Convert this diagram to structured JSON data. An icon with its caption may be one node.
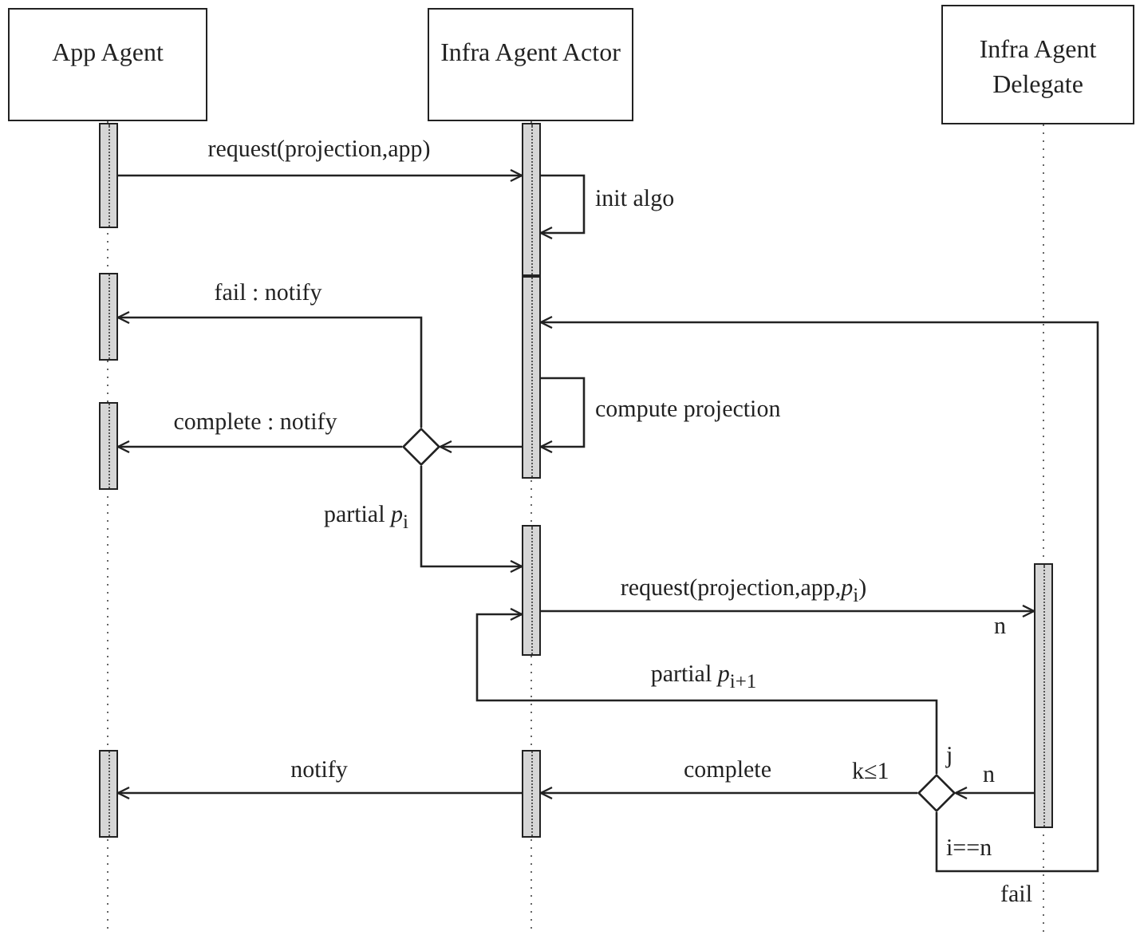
{
  "diagram": {
    "nodes": [
      {
        "text": [
          "App Agent"
        ]
      },
      {
        "text": [
          "Infra Agent Actor"
        ]
      },
      {
        "text": [
          "Infra Agent Delegate"
        ]
      },
      {
        "text": [],
        "shape": "bar"
      },
      {
        "text": [],
        "shape": "bar"
      },
      {
        "text": [],
        "shape": "bar"
      },
      {
        "text": [],
        "shape": "bar"
      },
      {
        "text": [],
        "shape": "bar"
      },
      {
        "text": [],
        "shape": "diamond"
      },
      {
        "text": [],
        "shape": "bar"
      },
      {
        "text": [],
        "shape": "bar"
      },
      {
        "text": [],
        "shape": "diamond"
      },
      {
        "text": [],
        "shape": "bar"
      },
      {
        "text": [],
        "shape": "bar"
      }
    ],
    "edges": [
      {
        "from": 3,
        "to": 4,
        "arrow": "to",
        "label": "request(projection,app)"
      },
      {
        "from": 4,
        "to": 4,
        "arrow": "to",
        "label": "init algo"
      },
      {
        "from": 8,
        "to": 5,
        "arrow": "to",
        "label": "fail : notify"
      },
      {
        "from": 6,
        "to": 6,
        "arrow": "to",
        "label": "compute projection"
      },
      {
        "from": 6,
        "to": 8,
        "arrow": "to"
      },
      {
        "from": 8,
        "to": 7,
        "arrow": "to",
        "label": "complete : notify"
      },
      {
        "from": 8,
        "to": 9,
        "arrow": "to",
        "label": "partial *p*$_{i}$"
      },
      {
        "from": 9,
        "to": 10,
        "arrow": "to",
        "label": "request(projection,app,*p*$_{i}$)"
      },
      {
        "from": 10,
        "to": 11,
        "arrow": "to",
        "label": "n"
      },
      {
        "from": 11,
        "to": 9,
        "arrow": "to",
        "label": "partial *p*$_{i+1}$"
      },
      {
        "from": 11,
        "to": 13,
        "arrow": "to",
        "label": "complete"
      },
      {
        "from": 11,
        "to": 6,
        "arrow": "to",
        "label": "fail"
      },
      {
        "from": 13,
        "to": 12,
        "arrow": "to",
        "label": "notify"
      }
    ],
    "labels": [
      "n",
      "j",
      "k≤1",
      "i==n"
    ]
  }
}
